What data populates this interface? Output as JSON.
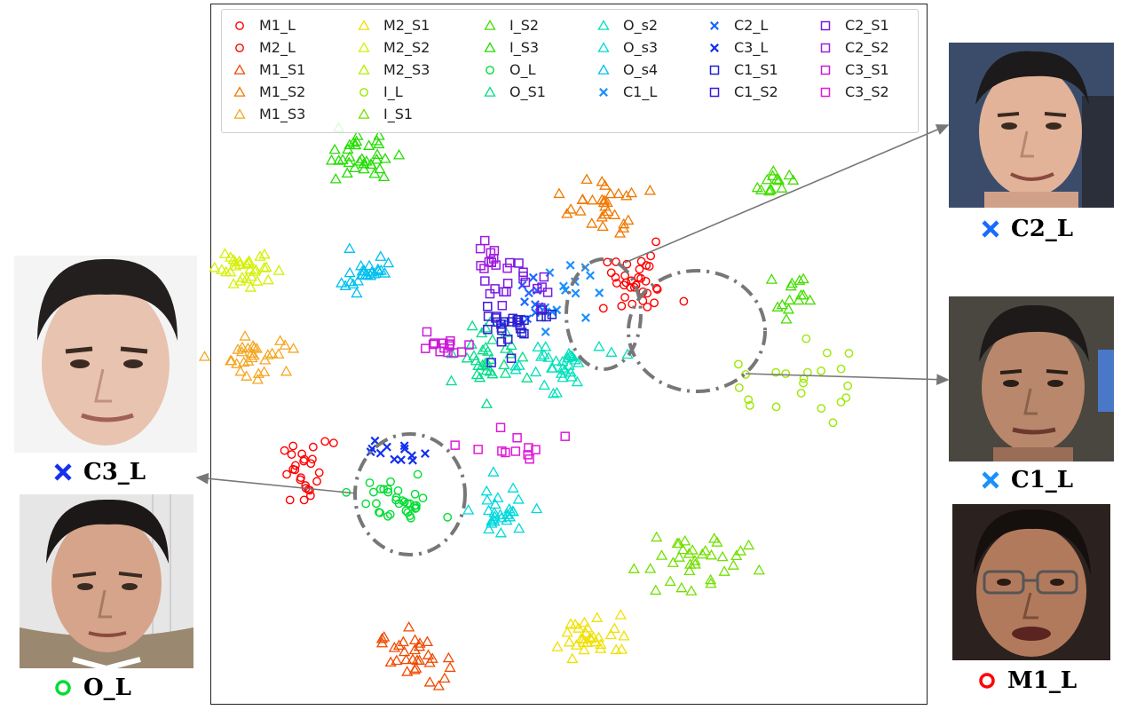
{
  "chart_data": {
    "type": "scatter",
    "title": "",
    "xlabel": "",
    "ylabel": "",
    "xlim": [
      -62,
      60
    ],
    "ylim": [
      -62,
      52
    ],
    "grid": false,
    "legend_placement": "top",
    "legend": [
      {
        "name": "M1_L",
        "marker": "circle",
        "color": "#ff0000"
      },
      {
        "name": "M2_L",
        "marker": "circle",
        "color": "#ff0000"
      },
      {
        "name": "M1_S1",
        "marker": "triangle",
        "color": "#f04a00"
      },
      {
        "name": "M1_S2",
        "marker": "triangle",
        "color": "#f07800"
      },
      {
        "name": "M1_S3",
        "marker": "triangle",
        "color": "#f5a623"
      },
      {
        "name": "M2_S1",
        "marker": "triangle",
        "color": "#f0e000"
      },
      {
        "name": "M2_S2",
        "marker": "triangle",
        "color": "#d4f000"
      },
      {
        "name": "M2_S3",
        "marker": "triangle",
        "color": "#b4ee00"
      },
      {
        "name": "I_L",
        "marker": "circle",
        "color": "#9be800"
      },
      {
        "name": "I_S1",
        "marker": "triangle",
        "color": "#72e000"
      },
      {
        "name": "I_S2",
        "marker": "triangle",
        "color": "#44dd00"
      },
      {
        "name": "I_S3",
        "marker": "triangle",
        "color": "#22dd00"
      },
      {
        "name": "O_L",
        "marker": "circle",
        "color": "#00dd33"
      },
      {
        "name": "O_S1",
        "marker": "triangle",
        "color": "#00dd88"
      },
      {
        "name": "O_s2",
        "marker": "triangle",
        "color": "#00e0bb"
      },
      {
        "name": "O_s3",
        "marker": "triangle",
        "color": "#00d8dd"
      },
      {
        "name": "O_s4",
        "marker": "triangle",
        "color": "#00c0ee"
      },
      {
        "name": "C1_L",
        "marker": "x",
        "color": "#1a90ff"
      },
      {
        "name": "C2_L",
        "marker": "x",
        "color": "#1a6aff"
      },
      {
        "name": "C3_L",
        "marker": "x",
        "color": "#1430ee"
      },
      {
        "name": "C1_S1",
        "marker": "square",
        "color": "#2222cc"
      },
      {
        "name": "C1_S2",
        "marker": "square",
        "color": "#3a1ad8"
      },
      {
        "name": "C2_S1",
        "marker": "square",
        "color": "#7a1ae0"
      },
      {
        "name": "C2_S2",
        "marker": "square",
        "color": "#a21ae0"
      },
      {
        "name": "C3_S1",
        "marker": "square",
        "color": "#cc1ad8"
      },
      {
        "name": "C3_S2",
        "marker": "square",
        "color": "#e01ad8"
      }
    ],
    "clusters": [
      {
        "series": "M1_L",
        "cx": 10,
        "cy": 22,
        "sx": 4.0,
        "sy": 3.0,
        "n": 34
      },
      {
        "series": "M2_L",
        "cx": -46,
        "cy": -16,
        "sx": 2.2,
        "sy": 3.2,
        "n": 26
      },
      {
        "series": "M1_S1",
        "cx": -28,
        "cy": -53,
        "sx": 2.8,
        "sy": 2.8,
        "n": 30
      },
      {
        "series": "M1_S2",
        "cx": 5,
        "cy": 38,
        "sx": 3.0,
        "sy": 2.8,
        "n": 30
      },
      {
        "series": "M1_S3",
        "cx": -54,
        "cy": 8,
        "sx": 3.0,
        "sy": 2.4,
        "n": 30
      },
      {
        "series": "M2_S1",
        "cx": 3,
        "cy": -49,
        "sx": 3.5,
        "sy": 2.2,
        "n": 30
      },
      {
        "series": "M2_S2",
        "cx": -56,
        "cy": 26,
        "sx": 3.0,
        "sy": 2.2,
        "n": 30
      },
      {
        "series": "I_L",
        "cx": 36,
        "cy": 3,
        "sx": 5.5,
        "sy": 4.5,
        "n": 22
      },
      {
        "series": "I_S1",
        "cx": 20,
        "cy": -34,
        "sx": 5.0,
        "sy": 3.5,
        "n": 34
      },
      {
        "series": "I_S2",
        "cx": 38,
        "cy": 20,
        "sx": 1.5,
        "sy": 2.0,
        "n": 14
      },
      {
        "series": "I_S2",
        "cx": 34,
        "cy": 43,
        "sx": 1.5,
        "sy": 1.2,
        "n": 14
      },
      {
        "series": "I_S3",
        "cx": -37,
        "cy": 48,
        "sx": 3.0,
        "sy": 2.2,
        "n": 34
      },
      {
        "series": "O_L",
        "cx": -31,
        "cy": -22,
        "sx": 3.5,
        "sy": 2.5,
        "n": 34
      },
      {
        "series": "O_S1",
        "cx": -15,
        "cy": 8,
        "sx": 2.5,
        "sy": 4.0,
        "n": 34
      },
      {
        "series": "O_s2",
        "cx": -4,
        "cy": 6,
        "sx": 4.5,
        "sy": 2.2,
        "n": 34
      },
      {
        "series": "O_s3",
        "cx": -13,
        "cy": -24,
        "sx": 2.5,
        "sy": 2.8,
        "n": 28
      },
      {
        "series": "O_s4",
        "cx": -36,
        "cy": 25,
        "sx": 3.0,
        "sy": 2.0,
        "n": 24
      },
      {
        "series": "C1_L",
        "cx": -2,
        "cy": 20,
        "sx": 2.5,
        "sy": 3.0,
        "n": 14
      },
      {
        "series": "C2_L",
        "cx": -8,
        "cy": 18,
        "sx": 2.0,
        "sy": 3.0,
        "n": 10
      },
      {
        "series": "C3_L",
        "cx": -31,
        "cy": -12,
        "sx": 2.0,
        "sy": 1.2,
        "n": 12
      },
      {
        "series": "C1_S1",
        "cx": -9,
        "cy": 15,
        "sx": 3.0,
        "sy": 2.0,
        "n": 16
      },
      {
        "series": "C1_S2",
        "cx": -12,
        "cy": 14,
        "sx": 2.0,
        "sy": 2.5,
        "n": 12
      },
      {
        "series": "C2_S1",
        "cx": -10,
        "cy": 22,
        "sx": 3.0,
        "sy": 2.5,
        "n": 18
      },
      {
        "series": "C2_S2",
        "cx": -14,
        "cy": 28,
        "sx": 2.0,
        "sy": 1.5,
        "n": 10
      },
      {
        "series": "C3_S1",
        "cx": -22,
        "cy": 10,
        "sx": 2.5,
        "sy": 1.8,
        "n": 14
      },
      {
        "series": "C3_S2",
        "cx": -9,
        "cy": -11,
        "sx": 5.0,
        "sy": 2.0,
        "n": 12
      }
    ]
  },
  "captions": {
    "c2": "C2_L",
    "c1": "C1_L",
    "m1": "M1_L",
    "c3": "C3_L",
    "ol": "O_L"
  },
  "icons": {
    "x_marker": "x-marker-icon",
    "circle_marker": "circle-marker-icon"
  },
  "colors": {
    "c2_cross": "#1a6aff",
    "c1_cross": "#1a90ff",
    "c3_cross": "#1430ee",
    "m1_ring": "#ff0000",
    "ol_ring": "#00dd33",
    "annotation": "#777777"
  }
}
